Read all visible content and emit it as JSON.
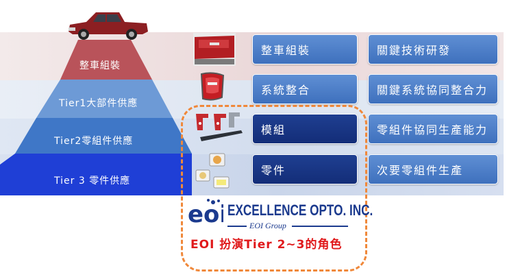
{
  "pyramid": {
    "levels": [
      {
        "label": "整車組裝",
        "color": "#b9535a"
      },
      {
        "label": "Tier1大部件供應",
        "color": "#6d9ad6"
      },
      {
        "label": "Tier2零組件供應",
        "color": "#3f77c7"
      },
      {
        "label": "Tier 3  零件供應",
        "color": "#1f3fd6"
      }
    ]
  },
  "rows": [
    {
      "role": "整車組裝",
      "capability": "關鍵技術研發",
      "image": "truck-tailgate-image"
    },
    {
      "role": "系統整合",
      "capability": "關鍵系統協同整合力",
      "image": "tail-light-image"
    },
    {
      "role": "模組",
      "capability": "零組件協同生產能力",
      "image": "light-module-brackets-image"
    },
    {
      "role": "零件",
      "capability": "次要零組件生產",
      "image": "led-chips-image"
    }
  ],
  "brand": {
    "logo_text": "eoi",
    "name": "EXCELLENCE OPTO. INC.",
    "sub": "EOI Group"
  },
  "caption": "EOI 扮演Tier 2~3的角色",
  "colors": {
    "highlight_border": "#f0883a",
    "caption": "#e0191b",
    "brand": "#1b3a8e"
  }
}
